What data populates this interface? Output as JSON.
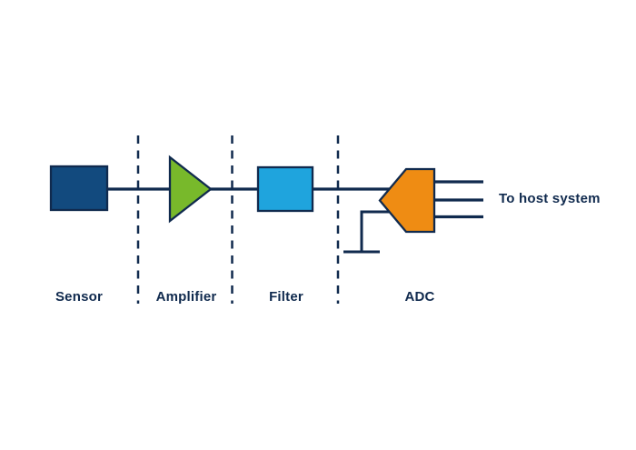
{
  "colors": {
    "background": "#ffffff",
    "navy": "#102a4e",
    "sensor": "#124a7e",
    "amplifier": "#78b92b",
    "filter": "#1fa4dd",
    "adc": "#ef8c13"
  },
  "diagram": {
    "stages": [
      {
        "id": "sensor",
        "label": "Sensor",
        "shape": "square"
      },
      {
        "id": "amplifier",
        "label": "Amplifier",
        "shape": "triangle"
      },
      {
        "id": "filter",
        "label": "Filter",
        "shape": "square"
      },
      {
        "id": "adc",
        "label": "ADC",
        "shape": "pentagon"
      }
    ],
    "output_label": "To host system"
  }
}
